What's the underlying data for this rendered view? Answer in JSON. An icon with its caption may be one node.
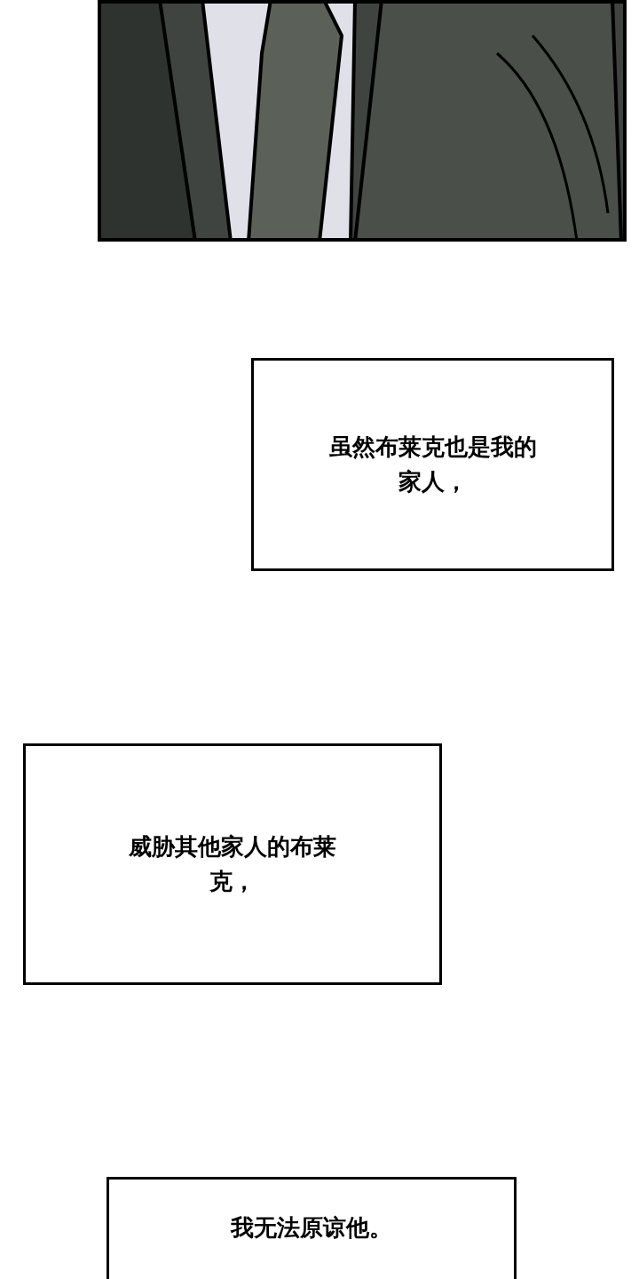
{
  "diagram": {
    "nodes": [
      {
        "text": [],
        "shape": "picture"
      },
      {
        "text": [
          "虽然布莱克也是我的家人，"
        ]
      },
      {
        "text": [
          "威胁其他家人的布莱克，"
        ]
      },
      {
        "text": [
          "我无法原谅他。"
        ]
      }
    ]
  }
}
